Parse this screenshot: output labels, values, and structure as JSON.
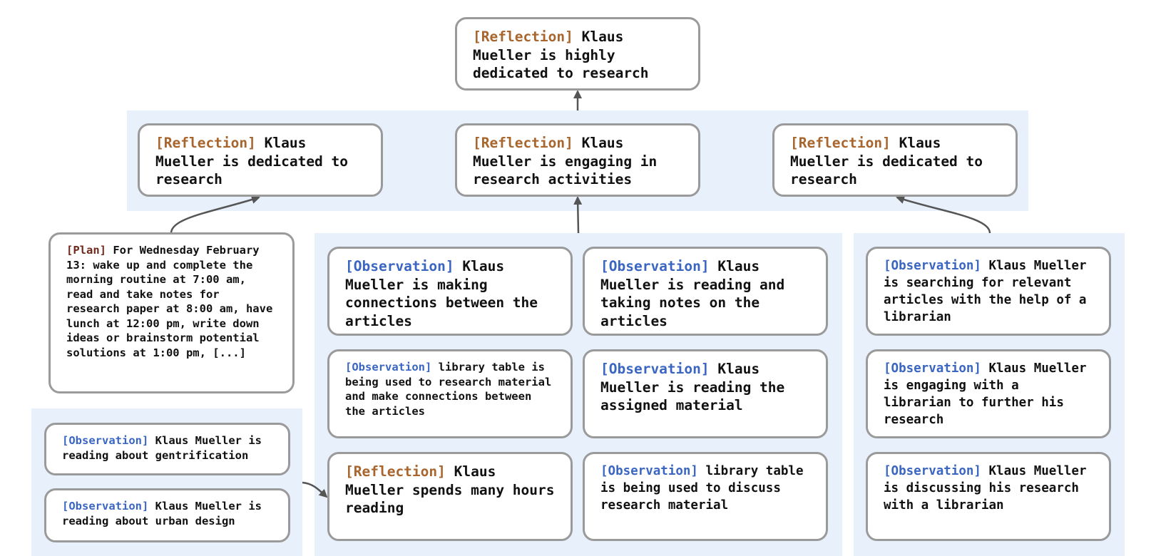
{
  "colors": {
    "reflection": "#a8662e",
    "observation": "#3a66c2",
    "plan": "#6e2a1c",
    "group_background": "#e8f0fc",
    "node_border": "#9a9a9a",
    "edge": "#555555"
  },
  "nodes": {
    "top_reflection": {
      "tag": "[Reflection]",
      "text": "Klaus Mueller is highly dedicated to research"
    },
    "reflection_left": {
      "tag": "[Reflection]",
      "text": "Klaus Mueller is dedicated to research"
    },
    "reflection_center": {
      "tag": "[Reflection]",
      "text": "Klaus Mueller is engaging in research activities"
    },
    "reflection_right": {
      "tag": "[Reflection]",
      "text": "Klaus Mueller is dedicated to research"
    },
    "plan": {
      "tag": "[Plan]",
      "text": "For Wednesday February 13: wake up and complete the morning routine at 7:00 am, read and take notes for research paper at 8:00 am, have lunch at 12:00 pm, write down ideas or brainstorm potential solutions at 1:00 pm, [...]"
    },
    "obs_gentrification": {
      "tag": "[Observation]",
      "text": "Klaus Mueller is reading about gentrification"
    },
    "obs_urban_design": {
      "tag": "[Observation]",
      "text": "Klaus Mueller is reading about urban design"
    },
    "obs_connections": {
      "tag": "[Observation]",
      "text": "Klaus Mueller is making connections between the articles"
    },
    "obs_library_table_connections": {
      "tag": "[Observation]",
      "text": "library table is being used to research material and make connections between the articles"
    },
    "reflection_reading_hours": {
      "tag": "[Reflection]",
      "text": "Klaus Mueller spends many hours reading"
    },
    "obs_notes": {
      "tag": "[Observation]",
      "text": "Klaus Mueller is reading and taking notes on the articles"
    },
    "obs_assigned_material": {
      "tag": "[Observation]",
      "text": "Klaus Mueller is reading the assigned material"
    },
    "obs_library_table_discuss": {
      "tag": "[Observation]",
      "text": "library table is being used to discuss research material"
    },
    "obs_searching": {
      "tag": "[Observation]",
      "text": "Klaus Mueller is searching for relevant articles with the help of a librarian"
    },
    "obs_engaging_librarian": {
      "tag": "[Observation]",
      "text": "Klaus Mueller is engaging with a librarian to further his research"
    },
    "obs_discussing": {
      "tag": "[Observation]",
      "text": "Klaus Mueller is discussing his research with a librarian"
    }
  }
}
